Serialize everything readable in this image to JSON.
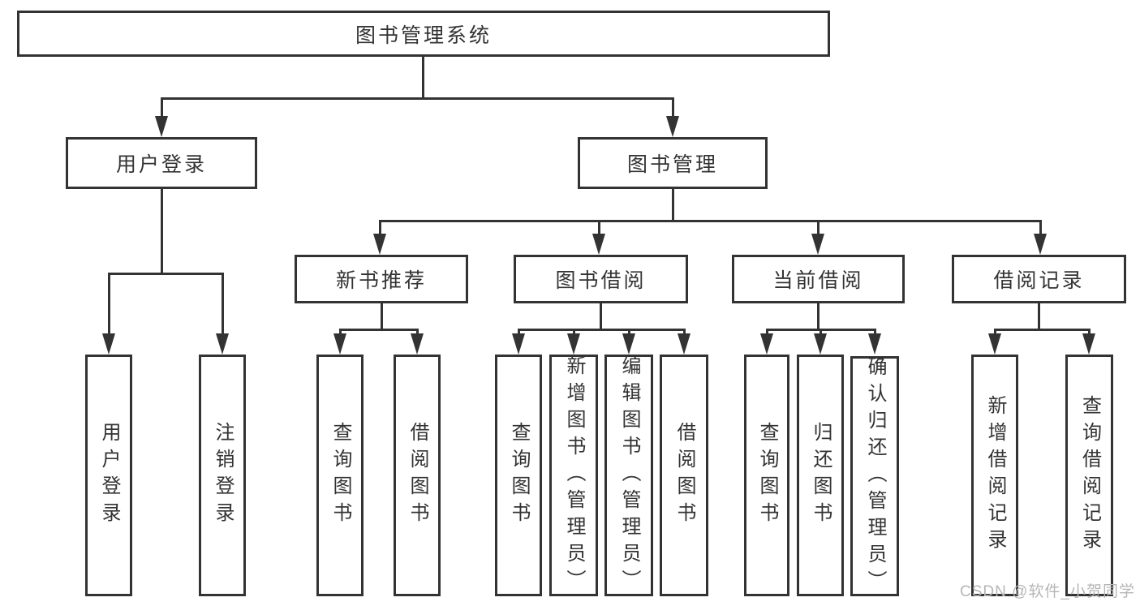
{
  "diagram_type": "hierarchy-tree",
  "tree": {
    "root": {
      "label": "图书管理系统"
    },
    "children": [
      {
        "label": "用户登录",
        "children": [
          {
            "label": "用户登录"
          },
          {
            "label": "注销登录"
          }
        ]
      },
      {
        "label": "图书管理",
        "children": [
          {
            "label": "新书推荐",
            "children": [
              {
                "label": "查询图书"
              },
              {
                "label": "借阅图书"
              }
            ]
          },
          {
            "label": "图书借阅",
            "children": [
              {
                "label": "查询图书"
              },
              {
                "label": "新增图书（管理员）"
              },
              {
                "label": "编辑图书（管理员）"
              },
              {
                "label": "借阅图书"
              }
            ]
          },
          {
            "label": "当前借阅",
            "children": [
              {
                "label": "查询图书"
              },
              {
                "label": "归还图书"
              },
              {
                "label": "确认归还（管理员）"
              }
            ]
          },
          {
            "label": "借阅记录",
            "children": [
              {
                "label": "新增借阅记录"
              },
              {
                "label": "查询借阅记录"
              }
            ]
          }
        ]
      }
    ]
  },
  "watermark": {
    "text": "CSDN @软件_小贺同学"
  },
  "colors": {
    "line": "#333333",
    "text": "#333333",
    "box_bg": "#ffffff",
    "background": "#ffffff",
    "watermark": "#b6b6b6"
  }
}
